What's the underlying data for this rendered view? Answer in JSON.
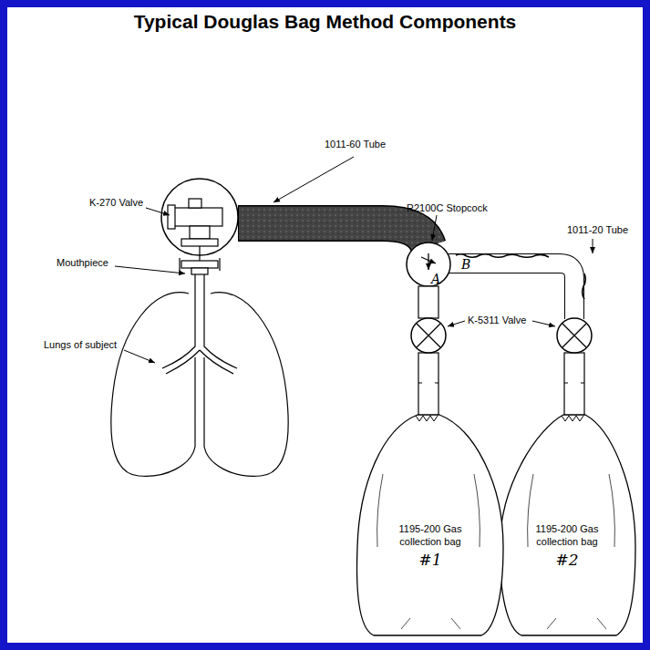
{
  "diagram": {
    "title": "Typical Douglas Bag Method Components",
    "nodes": [
      {
        "text": [
          "1195-200 Gas collection bag",
          "#1"
        ]
      },
      {
        "text": [
          "1195-200 Gas collection bag",
          "#2"
        ]
      }
    ],
    "labels": [
      "1011-60 Tube",
      "K-270 Valve",
      "R2100C Stopcock",
      "1011-20 Tube",
      "Mouthpiece",
      "Lungs of subject",
      "K-5311 Valve",
      "A",
      "B"
    ]
  }
}
